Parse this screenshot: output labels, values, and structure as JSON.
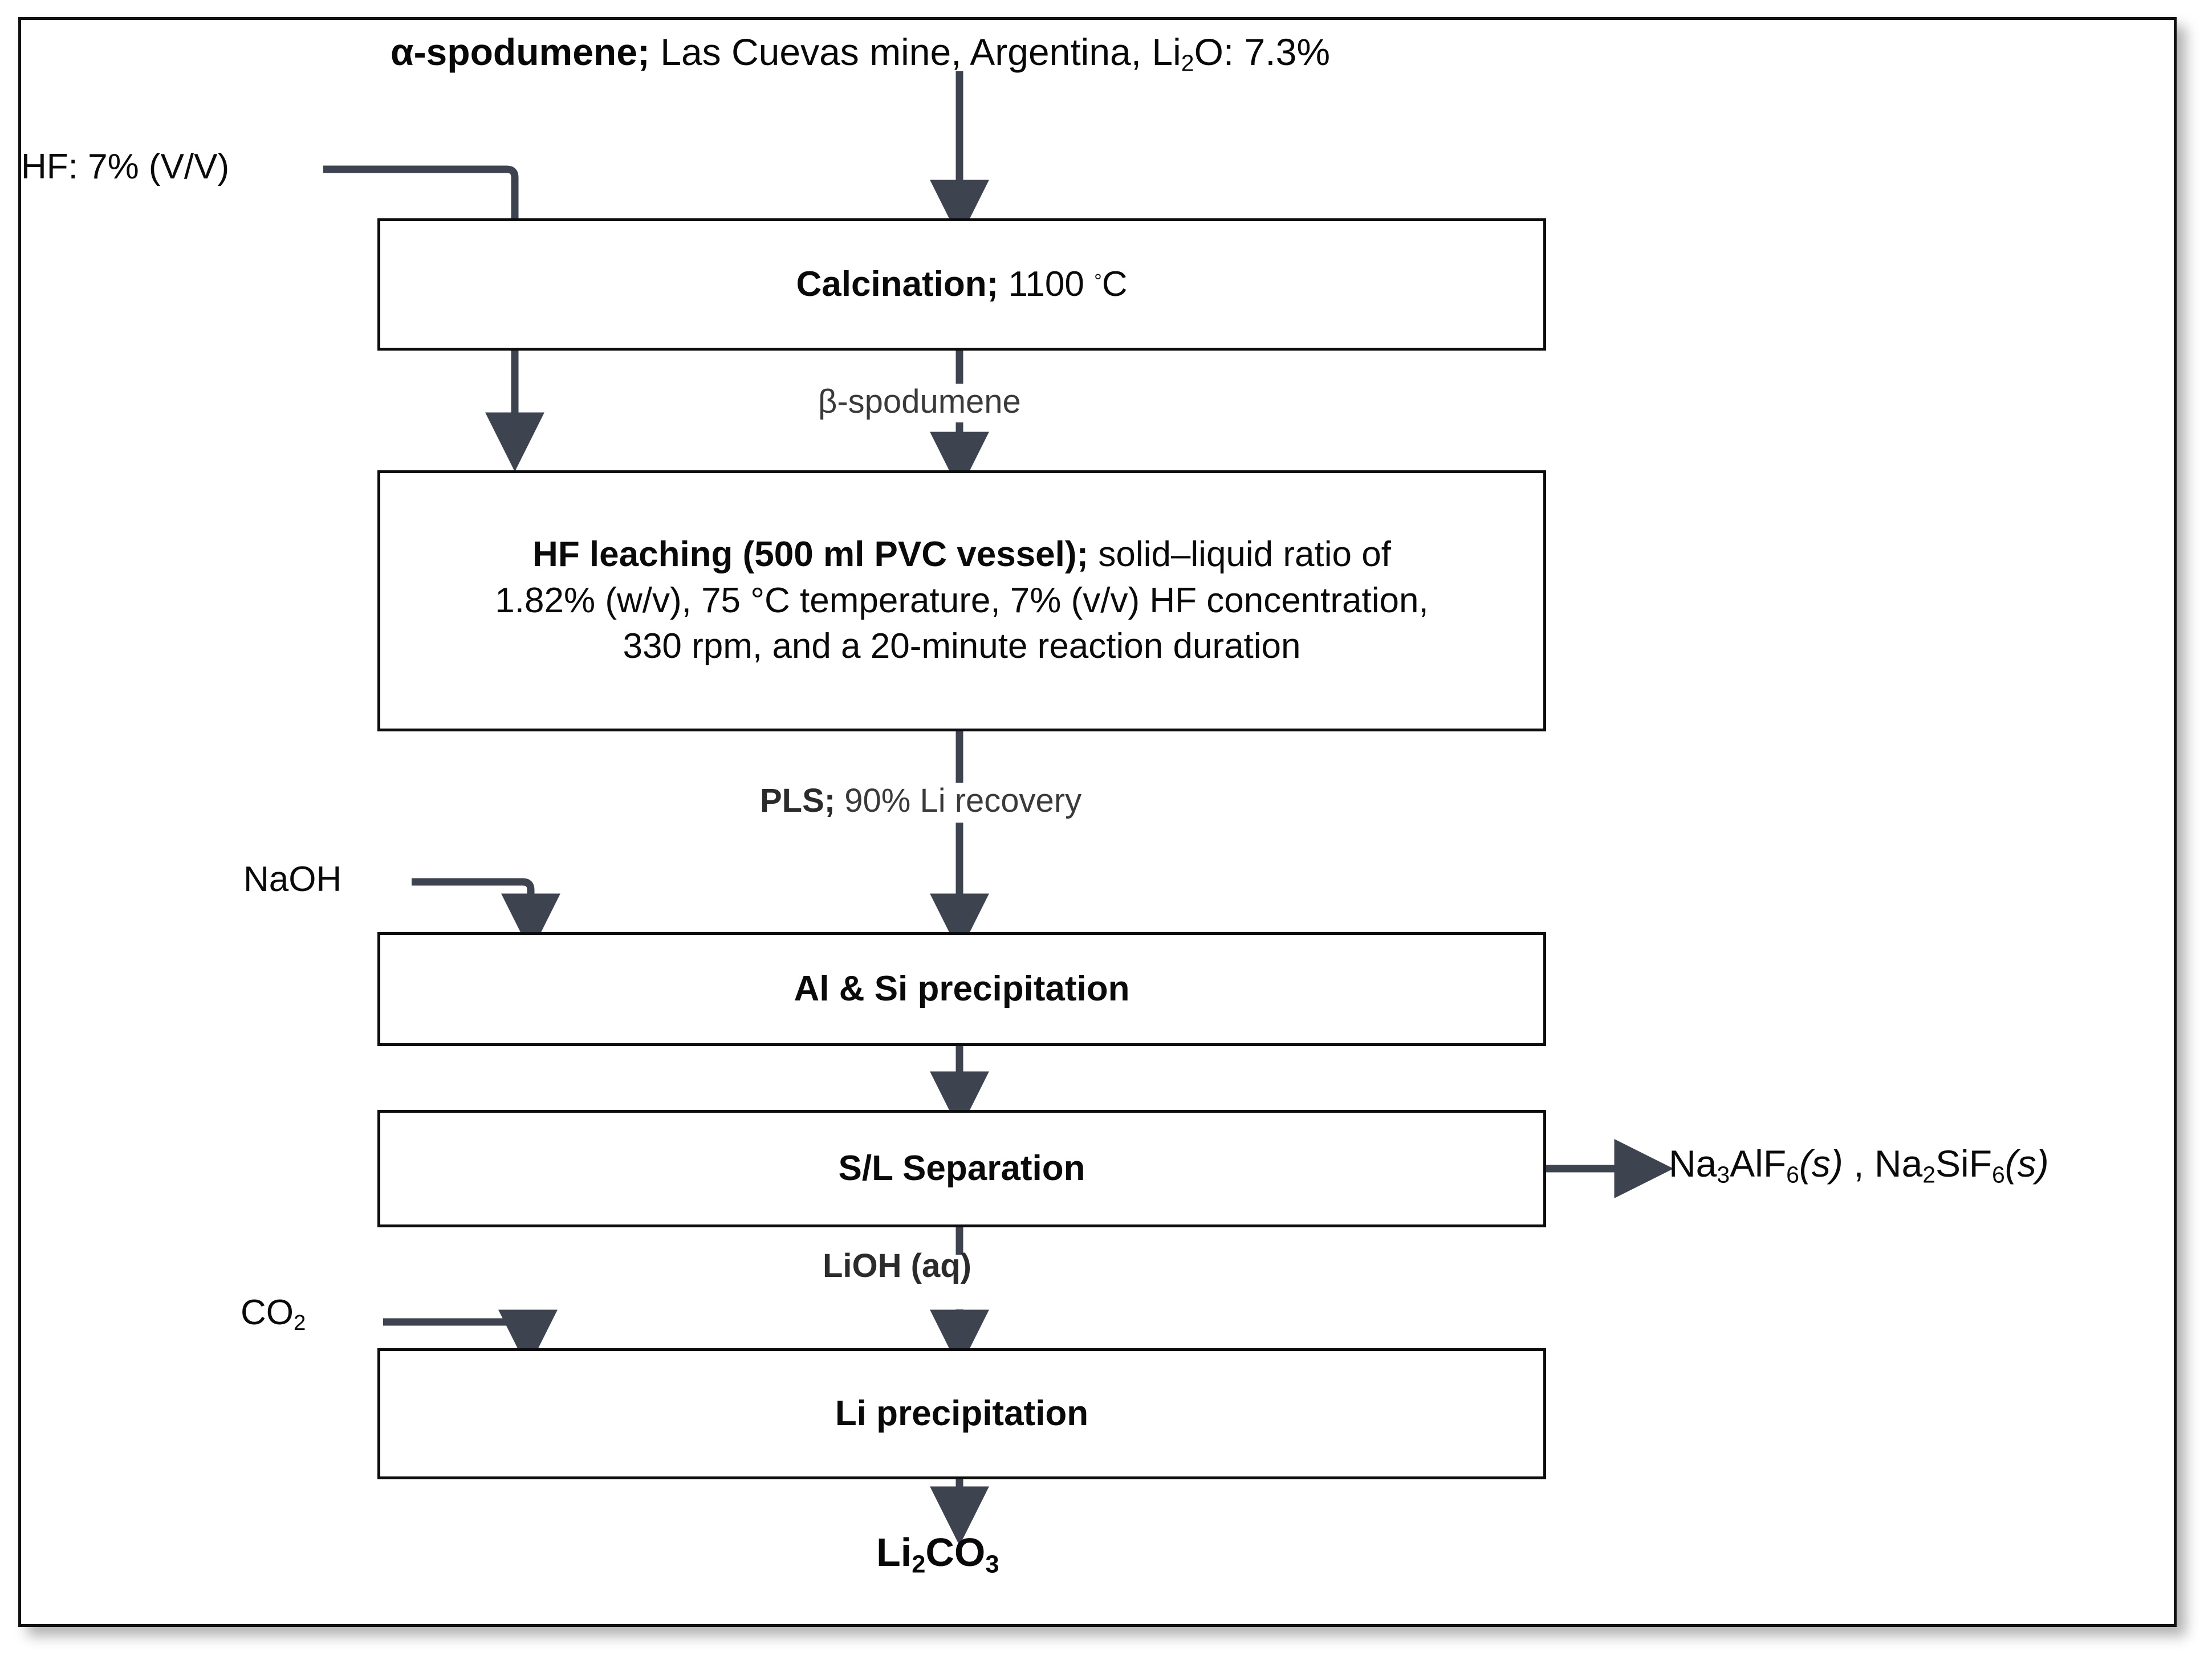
{
  "figure": {
    "title": {
      "strong": "α-spodumene;",
      "rest": " Las Cuevas mine, Argentina, Li",
      "sub": "2",
      "tail": "O: 7.3%"
    },
    "accent_color": "#3d4450",
    "box_border_color": "#0d0d0d",
    "frame_color": "#111111"
  },
  "boxes": [
    {
      "id": "calcination",
      "strong": "Calcination;",
      "rest": " 1100 ",
      "degree": "°",
      "tail": "C"
    },
    {
      "id": "hf-leaching",
      "strong": "HF leaching (500 ml PVC vessel);",
      "line1_rest": " solid–liquid ratio of",
      "line2": "1.82% (w/v), 75 °C temperature, 7% (v/v) HF concentration,",
      "line3": "330 rpm, and a 20-minute reaction duration"
    },
    {
      "id": "al-si-precipitation",
      "label": "Al & Si precipitation"
    },
    {
      "id": "sl-separation",
      "label": "S/L Separation"
    },
    {
      "id": "li-precipitation",
      "label": "Li precipitation"
    }
  ],
  "reagents": [
    {
      "id": "hf-reagent",
      "label": "HF: 7% (V/V)"
    },
    {
      "id": "naoh-reagent",
      "label": "NaOH"
    },
    {
      "id": "co2-reagent",
      "label": "CO",
      "sub": "2"
    }
  ],
  "streams": [
    {
      "id": "beta-spodumene",
      "label": "β-spodumene"
    },
    {
      "id": "pls",
      "strong": "PLS;",
      "rest": " 90% Li recovery"
    },
    {
      "id": "lioh",
      "strong": "LiOH (aq)"
    }
  ],
  "byproducts": {
    "id": "na-fluorides",
    "a_pre": "Na",
    "a_sub1": "3",
    "a_mid": "AlF",
    "a_sub2": "6",
    "a_state": "(s)",
    "sep": " , ",
    "b_pre": "Na",
    "b_sub1": "2",
    "b_mid": "SiF",
    "b_sub2": "6",
    "b_state": "(s)"
  },
  "product": {
    "id": "li2co3",
    "pre": "Li",
    "sub1": "2",
    "mid": "CO",
    "sub2": "3"
  }
}
